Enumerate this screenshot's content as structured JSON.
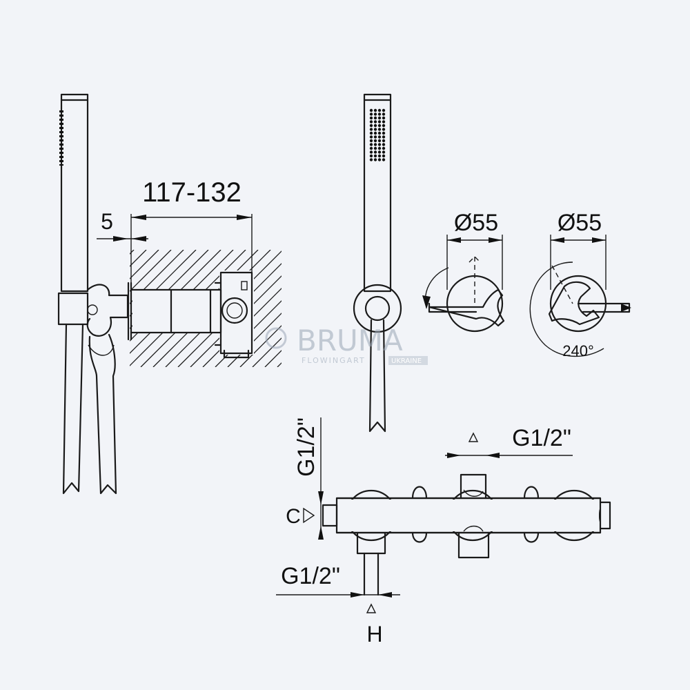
{
  "dimensions": {
    "width_range": "117-132",
    "offset": "5",
    "handle_diameter_left": "Ø55",
    "handle_diameter_right": "Ø55",
    "rotation_angle": "240°",
    "inlet_top_left": "G1/2\"",
    "inlet_top_right": "G1/2\"",
    "outlet_bottom": "G1/2\""
  },
  "connection_labels": {
    "cold": "C",
    "hot": "H"
  },
  "watermark": {
    "brand": "BRUMA",
    "tagline": "FLOWINGART",
    "region": "UKRAINE"
  }
}
